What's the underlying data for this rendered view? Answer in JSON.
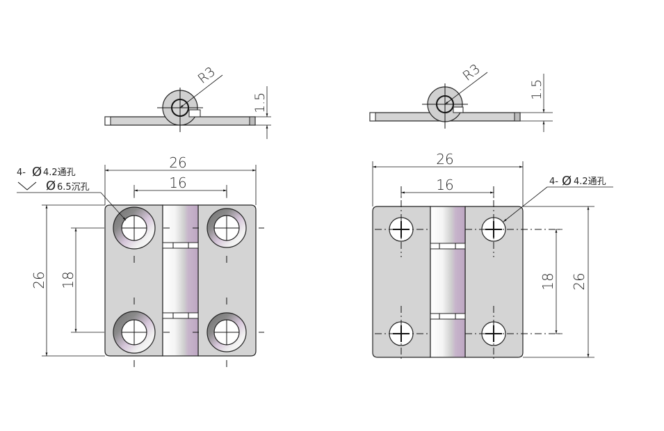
{
  "left_view": {
    "top": {
      "radius_label": "R3",
      "thickness_label": "1.5"
    },
    "front": {
      "width_label": "26",
      "hole_spacing_h_label": "16",
      "height_label": "26",
      "hole_spacing_v_label": "18",
      "note_line1": "4- Ø 4.2通孔",
      "note_line1_prefix": "4-",
      "note_line1_phi": "Ø",
      "note_line1_value": "4.2通孔",
      "note_line2_symbol": "∨",
      "note_line2_phi": "Ø",
      "note_line2_value": "6.5沉孔",
      "hole_type": "countersunk"
    }
  },
  "right_view": {
    "top": {
      "radius_label": "R3",
      "thickness_label": "1.5"
    },
    "front": {
      "width_label": "26",
      "hole_spacing_h_label": "16",
      "height_label": "26",
      "hole_spacing_v_label": "18",
      "note_prefix": "4-",
      "note_phi": "Ø",
      "note_value": "4.2通孔",
      "hole_type": "through"
    }
  },
  "colors": {
    "plate": "#d4d4d4",
    "line": "#111111",
    "pin_highlight": "#c9b6cc"
  }
}
